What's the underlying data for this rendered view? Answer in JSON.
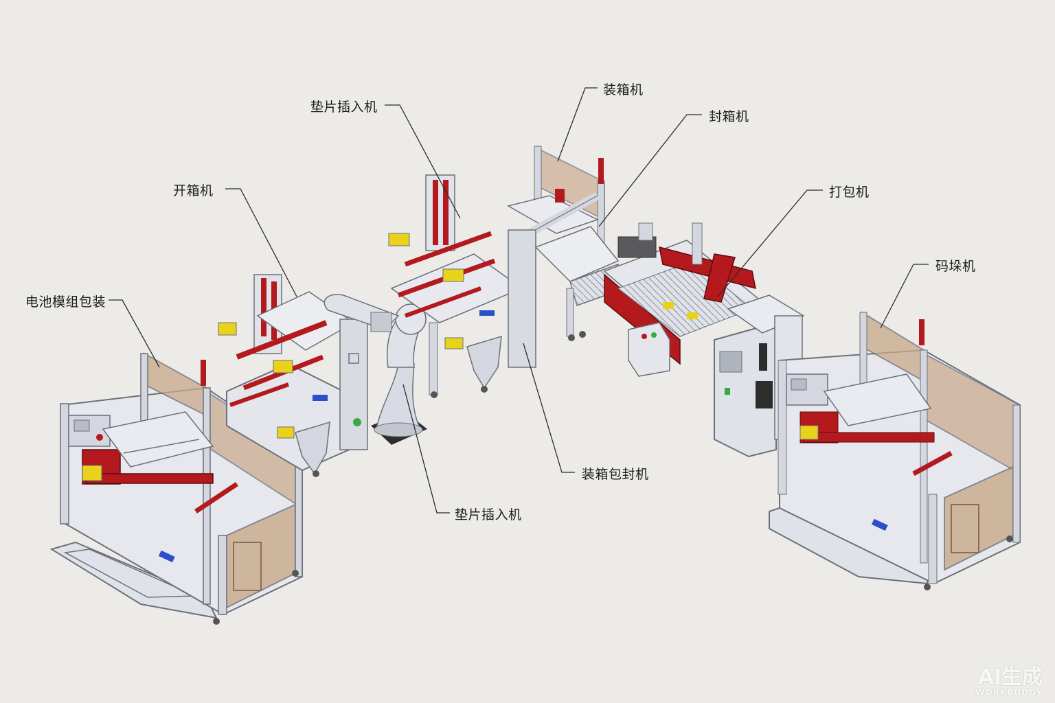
{
  "callouts": {
    "battery_module_packing": "电池模组包装",
    "case_erector": "开箱机",
    "divider_inserter_top": "垫片插入机",
    "case_packer": "装箱机",
    "case_sealer": "封箱机",
    "strapping_machine": "打包机",
    "palletizer": "码垛机",
    "case_pack_seal": "装箱包封机",
    "divider_inserter_bottom": "垫片插入机"
  },
  "watermark": {
    "main": "AI生成",
    "sub": "WORKBUDDY"
  },
  "colors": {
    "background": "#ecebe8",
    "frame": "#d4d7df",
    "frame_edge": "#6b6f78",
    "accent_red": "#b3191d",
    "guard_panel": "#c9a98a",
    "cylinder_yellow": "#e8d21a",
    "part_blue": "#2b4fc9",
    "leader_line": "#2a2a2a"
  }
}
